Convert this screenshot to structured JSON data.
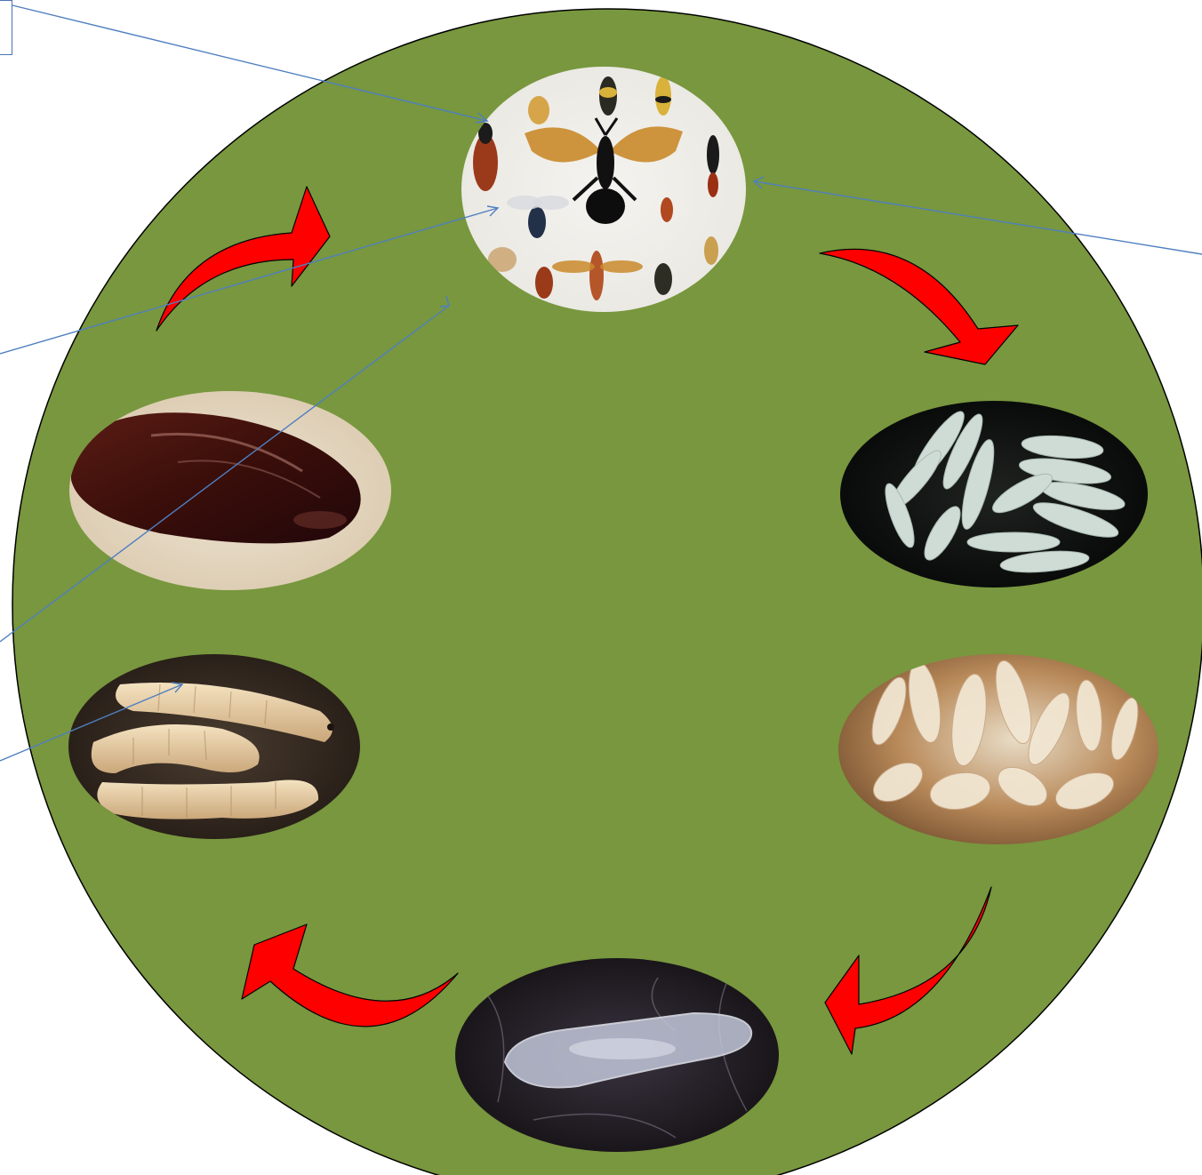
{
  "diagram": {
    "type": "life-cycle",
    "colors": {
      "background_disc": "#78973e",
      "disc_outline": "#000000",
      "cycle_arrow": "#ff0000",
      "pointer_line": "#4f7fc0"
    },
    "stages": [
      {
        "id": "adult",
        "icon": "adult-wasps-photo"
      },
      {
        "id": "eggs",
        "icon": "eggs-photo"
      },
      {
        "id": "larvae-cluster",
        "icon": "larvae-cluster-photo"
      },
      {
        "id": "early-pupa",
        "icon": "pale-pupa-photo"
      },
      {
        "id": "grubs",
        "icon": "grubs-photo"
      },
      {
        "id": "dark-pupa",
        "icon": "dark-pupa-photo"
      }
    ]
  }
}
